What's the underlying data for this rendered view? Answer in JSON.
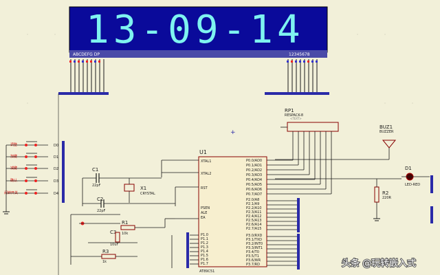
{
  "display": {
    "text": "13-09-14",
    "left_pins": "ABCDEFG DP",
    "right_pins": "12345678"
  },
  "rp1": {
    "ref": "RP1",
    "value": "RESPACK-8"
  },
  "u1": {
    "ref": "U1",
    "part": "AT89C51",
    "pins_left": [
      "XTAL1",
      "XTAL2",
      "RST",
      "PSEN",
      "ALE",
      "EA"
    ],
    "pins_right_top": [
      "P0.0/AD0",
      "P0.1/AD1",
      "P0.2/AD2",
      "P0.3/AD3",
      "P0.4/AD4",
      "P0.5/AD5",
      "P0.6/AD6",
      "P0.7/AD7"
    ],
    "pins_right_mid": [
      "P2.0/A8",
      "P2.1/A9",
      "P2.2/A10",
      "P2.3/A11",
      "P2.4/A12",
      "P2.5/A13",
      "P2.6/A14",
      "P2.7/A15"
    ],
    "pins_right_bot": [
      "P3.0/RXD",
      "P3.1/TXD",
      "P3.2/INT0",
      "P3.3/INT1",
      "P3.4/T0",
      "P3.5/T1",
      "P3.6/WR",
      "P3.7/RD"
    ],
    "pins_p1": [
      "P1.0",
      "P1.1",
      "P1.2",
      "P1.3",
      "P1.4",
      "P1.5",
      "P1.6",
      "P1.7"
    ]
  },
  "c1": {
    "ref": "C1",
    "value": "22pF"
  },
  "c2": {
    "ref": "C2",
    "value": "22pF"
  },
  "c3": {
    "ref": "C3",
    "value": "10uF"
  },
  "x1": {
    "ref": "X1",
    "value": "CRYSTAL"
  },
  "r1": {
    "ref": "R1",
    "value": "10k"
  },
  "r2": {
    "ref": "R2",
    "value": "220R"
  },
  "r3": {
    "ref": "R3",
    "value": "1k"
  },
  "buz1": {
    "ref": "BUZ1",
    "value": "BUZZER"
  },
  "d1": {
    "ref": "D1",
    "value": "LED-RED"
  },
  "text_hint": "<TEXT>",
  "keys": [
    {
      "label": "调整",
      "net": "D0"
    },
    {
      "label": "加键",
      "net": "D1"
    },
    {
      "label": "减键",
      "net": "D2"
    },
    {
      "label": "确认",
      "net": "D3"
    },
    {
      "label": "闹钟开关",
      "net": "D4"
    }
  ],
  "watermark": "头条 @玩转嵌入式"
}
